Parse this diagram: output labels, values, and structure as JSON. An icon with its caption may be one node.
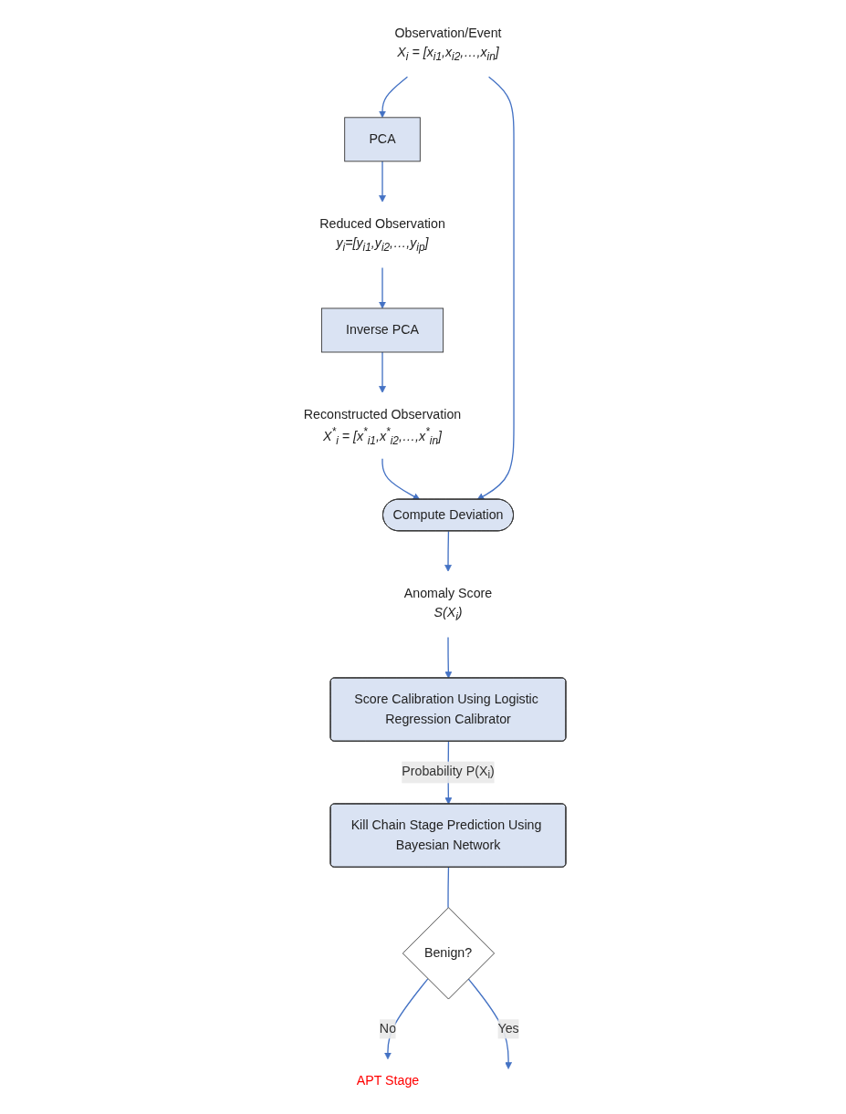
{
  "diagram": {
    "nodes": [
      {
        "text": [
          "Observation/Event",
          "X$_{i}$ = [x$_{i1}$,x$_{i2}$,…,x$_{in}$]"
        ]
      },
      {
        "text": [
          "PCA"
        ]
      },
      {
        "text": [
          "Reduced Observation",
          "y$_{i}$=[y$_{i1}$,y$_{i2}$,…,y$_{ip}$]"
        ]
      },
      {
        "text": [
          "Inverse PCA"
        ]
      },
      {
        "text": [
          "Reconstructed Observation",
          "X$^{*}$$_{i}$ = [x$^{*}$$_{i1}$,x$^{*}$$_{i2}$,…,x$^{*}$$_{in}$]"
        ]
      },
      {
        "text": [
          "Compute Deviation"
        ]
      },
      {
        "text": [
          "Anomaly Score",
          "S(X$_{i}$)"
        ]
      },
      {
        "text": [
          "Score Calibration Using Logistic Regression Calibrator"
        ]
      },
      {
        "text": [
          "Kill Chain Stage Prediction Using Bayesian Network"
        ]
      },
      {
        "text": [
          "Benign?"
        ]
      },
      {
        "text": [
          "APT Stage"
        ]
      }
    ],
    "edges": [
      {
        "from": 0,
        "to": 1,
        "arrow": "to"
      },
      {
        "from": 1,
        "to": 2,
        "arrow": "to"
      },
      {
        "from": 2,
        "to": 3,
        "arrow": "to"
      },
      {
        "from": 3,
        "to": 4,
        "arrow": "to"
      },
      {
        "from": 4,
        "to": 5,
        "arrow": "to"
      },
      {
        "from": 0,
        "to": 5,
        "arrow": "to"
      },
      {
        "from": 5,
        "to": 6,
        "arrow": "to"
      },
      {
        "from": 6,
        "to": 7,
        "arrow": "to"
      },
      {
        "from": 7,
        "to": 8,
        "arrow": "to",
        "label": "Probability P(X$_{i}$)"
      },
      {
        "from": 8,
        "to": 9,
        "arrow": "none"
      },
      {
        "from": 9,
        "to": 10,
        "arrow": "to",
        "label": "No"
      },
      {
        "from": 9,
        "to": null,
        "arrow": "to",
        "label": "Yes"
      }
    ]
  }
}
